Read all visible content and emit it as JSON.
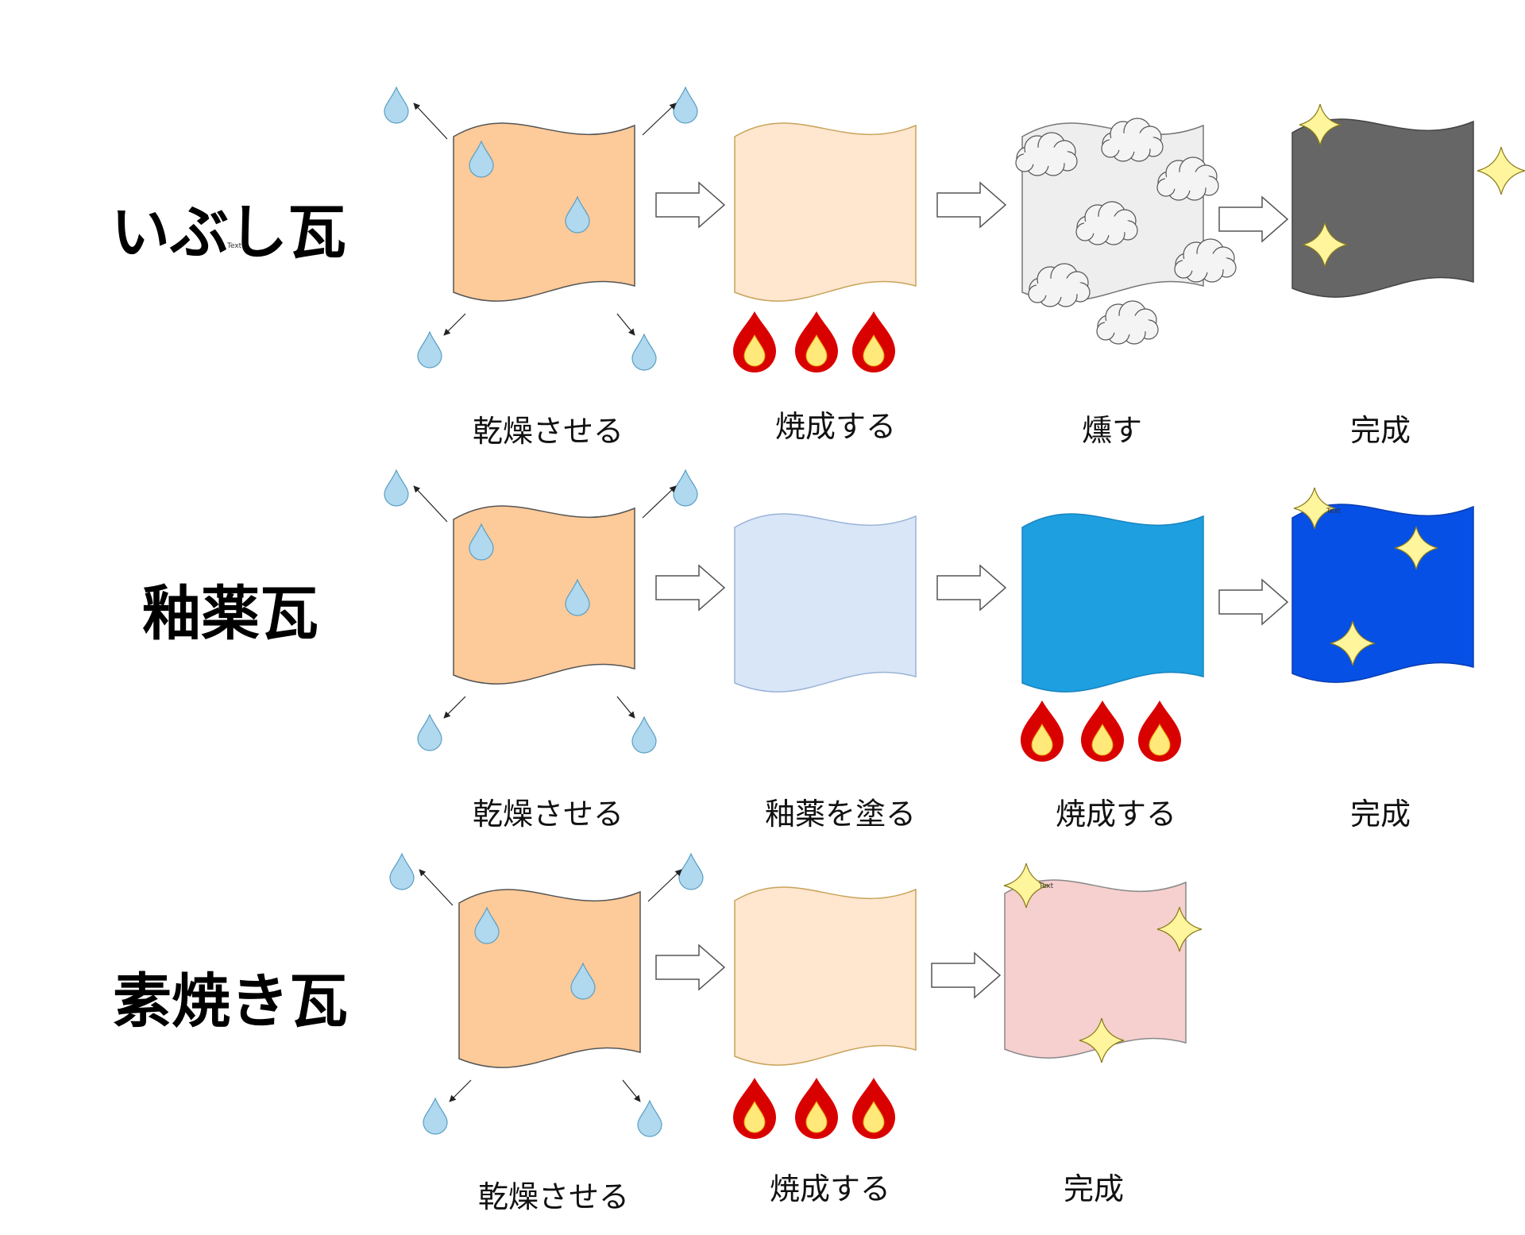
{
  "rows": [
    {
      "title": "いぶし瓦",
      "labels": [
        "乾燥させる",
        "焼成する",
        "燻す",
        "完成"
      ]
    },
    {
      "title": "釉薬瓦",
      "labels": [
        "乾燥させる",
        "釉薬を塗る",
        "焼成する",
        "完成"
      ]
    },
    {
      "title": "素焼き瓦",
      "labels": [
        "乾燥させる",
        "焼成する",
        "完成"
      ]
    }
  ],
  "placeholder_text": "Text",
  "colors": {
    "drying_tile": "#fdca99",
    "fired_tile": "#fee6cf",
    "smoke_tile": "#eeeeee",
    "ibushi_done": "#666666",
    "glaze_coat": "#d8e6f8",
    "glazed_fired": "#1d9fe0",
    "glazed_done": "#0650e6",
    "unglazed_done": "#f6cfcf",
    "water_drop": "#b0d8ee",
    "flame_outer": "#d90000",
    "flame_inner": "#ffe97a",
    "sparkle": "#fff59c",
    "cloud": "#f4f4f4"
  },
  "icons": [
    "water-drop-icon",
    "arrow-icon",
    "flame-icon",
    "cloud-icon",
    "sparkle-icon"
  ]
}
